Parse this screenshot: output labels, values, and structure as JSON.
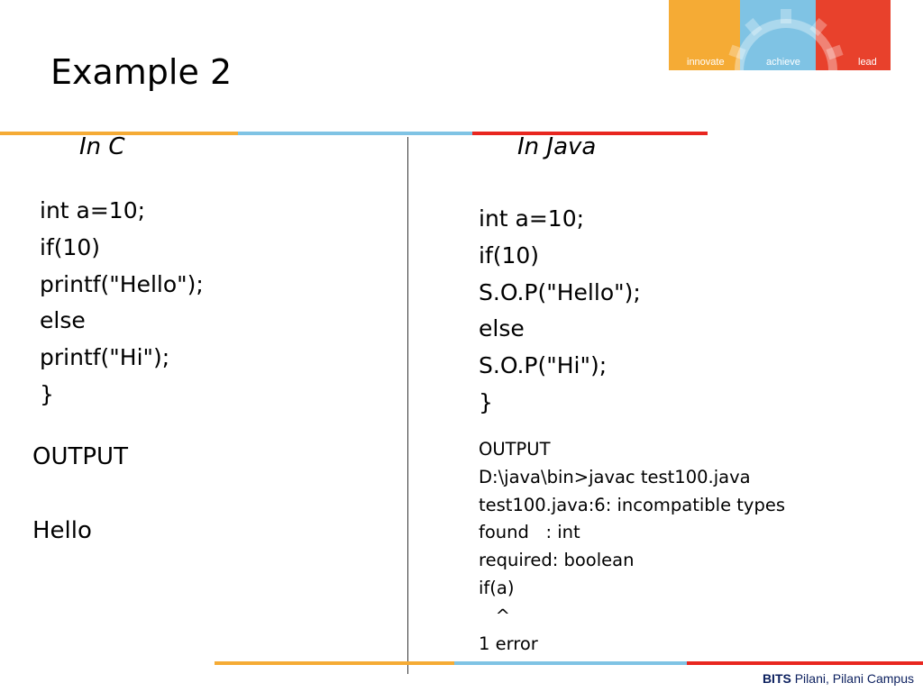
{
  "title": "Example 2",
  "logo": {
    "words": [
      "innovate",
      "achieve",
      "lead"
    ],
    "colors": [
      "#f5ab35",
      "#7fc3e4",
      "#e8412c"
    ]
  },
  "left_column": {
    "heading": "In C",
    "code_lines": [
      "int a=10;",
      "if(10)",
      "printf(\"Hello\");",
      "else",
      "printf(\"Hi\");",
      "}"
    ],
    "output_label": "OUTPUT",
    "output_value": "Hello"
  },
  "right_column": {
    "heading": "In Java",
    "code_lines": [
      "int a=10;",
      "if(10)",
      "S.O.P(\"Hello\");",
      "else",
      "S.O.P(\"Hi\");",
      "}"
    ],
    "output_lines": [
      "OUTPUT",
      "D:\\java\\bin>javac test100.java",
      "test100.java:6: incompatible types",
      "found   : int",
      "required: boolean",
      "if(a)",
      "   ^",
      "1 error"
    ]
  },
  "footer": {
    "brand": "BITS",
    "text": " Pilani, Pilani Campus"
  },
  "colors": {
    "stripe_orange": "#f5ab35",
    "stripe_blue": "#7fc3e4",
    "stripe_red": "#e8261f",
    "footer_text": "#0b1f5e"
  }
}
